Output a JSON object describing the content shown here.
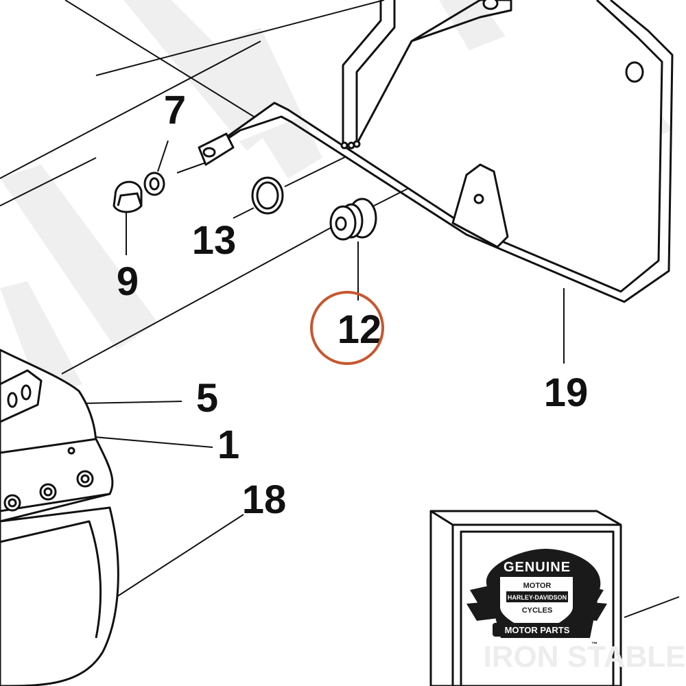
{
  "diagram": {
    "callouts": [
      {
        "id": "7",
        "label": "7"
      },
      {
        "id": "9",
        "label": "9"
      },
      {
        "id": "13",
        "label": "13"
      },
      {
        "id": "12",
        "label": "12"
      },
      {
        "id": "19",
        "label": "19"
      },
      {
        "id": "5",
        "label": "5"
      },
      {
        "id": "1",
        "label": "1"
      },
      {
        "id": "18",
        "label": "18"
      }
    ],
    "highlighted_callout": "12",
    "highlight_color": "#c8562f",
    "watermark_text": "IRON STABLE",
    "logo": {
      "top_word": "GENUINE",
      "shield_line1": "MOTOR",
      "shield_line2": "HARLEY-DAVIDSON",
      "shield_line3": "CYCLES",
      "banner": "MOTOR PARTS",
      "tm": "™"
    }
  }
}
